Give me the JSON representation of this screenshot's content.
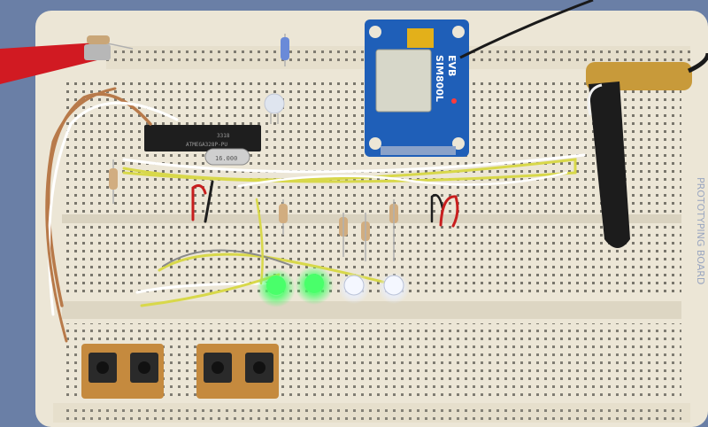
{
  "photo": {
    "subject": "breadboard prototype with GSM module",
    "background_color": "#6a7fa6",
    "board_color": "#ece6d6",
    "trace_color": "#4a4a4a"
  },
  "gsm_module": {
    "name_text": "SIM800L",
    "sub_text": "EVB",
    "pcb_color": "#1f5fb8",
    "can_color": "#d7d7c9"
  },
  "microcontroller": {
    "marking_line1": "ATMEGA328P-PU",
    "marking_line2": "3318",
    "body_color": "#1e1e1e"
  },
  "crystal": {
    "marking": "16.000"
  },
  "antenna": {
    "color": "#1c1c1c",
    "connector_color": "#c89a3a"
  },
  "leds": [
    {
      "color": "green",
      "state": "on",
      "hex": "#49ff6a"
    },
    {
      "color": "green",
      "state": "on",
      "hex": "#49ff6a"
    },
    {
      "color": "white",
      "state": "on",
      "hex": "#f4f7ff"
    },
    {
      "color": "white",
      "state": "on",
      "hex": "#f4f7ff"
    }
  ],
  "buttons": {
    "count": 4,
    "pcb_color": "#c58a3e"
  },
  "board_side_text": "PROTOTYPING BOARD",
  "wire_colors": [
    "#ffffff",
    "#d8d84a",
    "#b87a4a",
    "#c81e1e",
    "#1e1e1e",
    "#8a8a8a"
  ]
}
